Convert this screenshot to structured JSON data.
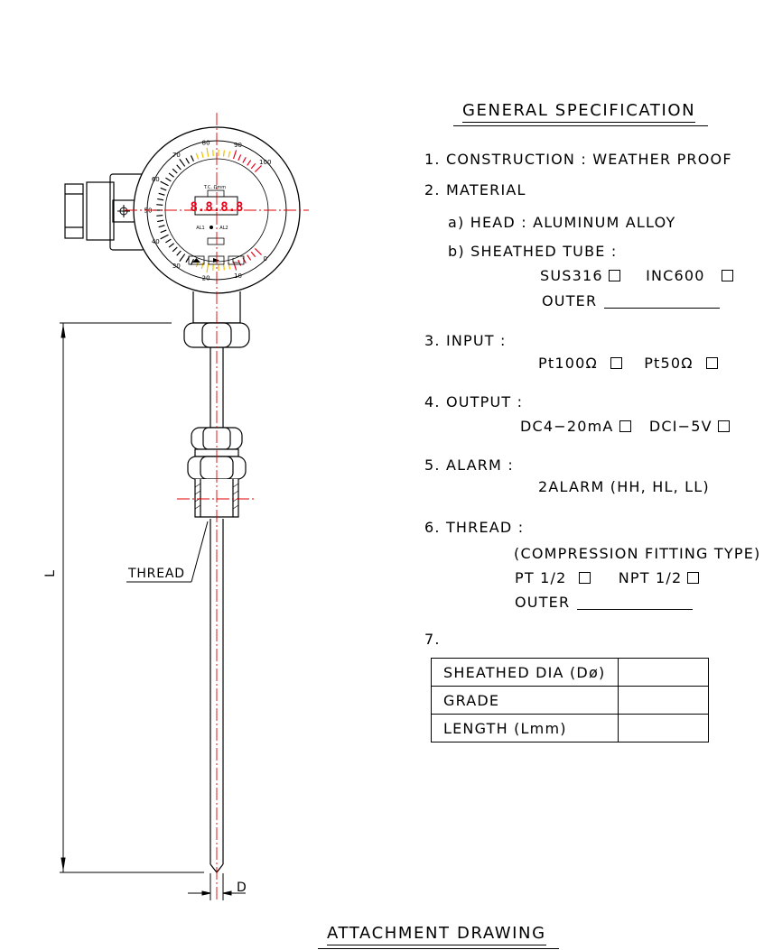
{
  "title": "GENERAL SPECIFICATION",
  "footer_title": "ATTACHMENT DRAWING",
  "spec": {
    "construction": "1.  CONSTRUCTION  :  WEATHER  PROOF",
    "material": "2.  MATERIAL",
    "head": "a)  HEAD  :  ALUMINUM  ALLOY",
    "sheathed_tube": "b)  SHEATHED  TUBE  :",
    "tube_opt1": "SUS316",
    "tube_opt2": "INC600",
    "tube_outer": "OUTER",
    "input": "3.  INPUT  :",
    "input_opt1": "Pt100Ω",
    "input_opt2": "Pt50Ω",
    "output": "4.  OUTPUT  :",
    "output_opt1": "DC4−20mA",
    "output_opt2": "DCI−5V",
    "alarm": "5.  ALARM  :",
    "alarm_value": "2ALARM  (HH,  HL,  LL)",
    "thread": "6.  THREAD  :",
    "thread_type": "(COMPRESSION  FITTING  TYPE)",
    "thread_opt1": "PT  1/2",
    "thread_opt2": "NPT  1/2",
    "thread_outer": "OUTER",
    "item7": "7."
  },
  "table": {
    "rows": [
      {
        "label": "SHEATHED  DIA  (Dø)",
        "value": ""
      },
      {
        "label": "GRADE",
        "value": ""
      },
      {
        "label": "LENGTH  (Lmm)",
        "value": ""
      }
    ]
  },
  "drawing": {
    "thread_label": "THREAD",
    "length_label": "L",
    "dia_label": "D",
    "display_digits": "8.8.8.8",
    "scale_ticks": [
      "0",
      "10",
      "20",
      "30",
      "40",
      "50",
      "60",
      "70",
      "80",
      "90",
      "100"
    ],
    "face_top_label": "T.C. Ωmm",
    "face_left_label": "AL1",
    "face_right_label": "AL2",
    "accent_red": "#e8001a",
    "accent_yellow": "#f0c000",
    "centerline_red": "#e00000"
  }
}
